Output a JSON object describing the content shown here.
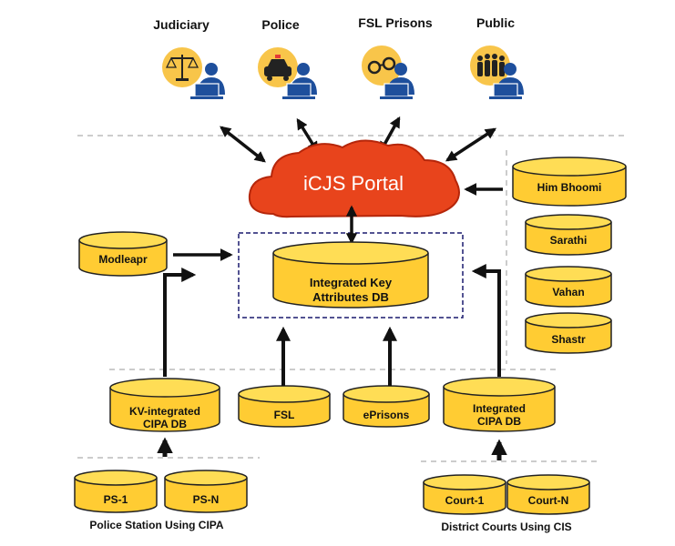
{
  "colors": {
    "db_fill": "#ffcc33",
    "db_top": "#ffdd55",
    "db_stroke": "#222222",
    "cloud_fill": "#e8441c",
    "cloud_stroke": "#b5260a",
    "icon_circle": "#f8c54a",
    "person_blue": "#1e4f9c",
    "arrow": "#111111",
    "dashed_line": "#bbbbbb",
    "dashed_box": "#1a1a6e"
  },
  "stakeholders": [
    {
      "label": "Judiciary",
      "icon": "scales-of-justice-icon"
    },
    {
      "label": "Police",
      "icon": "police-car-icon"
    },
    {
      "label": "FSL Prisons",
      "icon": "handcuffs-icon"
    },
    {
      "label": "Public",
      "icon": "crowd-icon"
    }
  ],
  "portal": {
    "label": "iCJS Portal"
  },
  "central_db": {
    "line1": "Integrated Key",
    "line2": "Attributes DB"
  },
  "external_dbs": [
    "Him Bhoomi",
    "Sarathi",
    "Vahan",
    "Shastr"
  ],
  "modleapr": "Modleapr",
  "middle_dbs": {
    "kv": {
      "line1": "KV-integrated",
      "line2": "CIPA DB"
    },
    "fsl": "FSL",
    "eprisons": "ePrisons",
    "integrated_cipa": {
      "line1": "Integrated",
      "line2": "CIPA DB"
    }
  },
  "police_stations": [
    "PS-1",
    "PS-N"
  ],
  "courts": [
    "Court-1",
    "Court-N"
  ],
  "captions": {
    "police": "Police Station Using CIPA",
    "courts": "District Courts Using CIS"
  }
}
